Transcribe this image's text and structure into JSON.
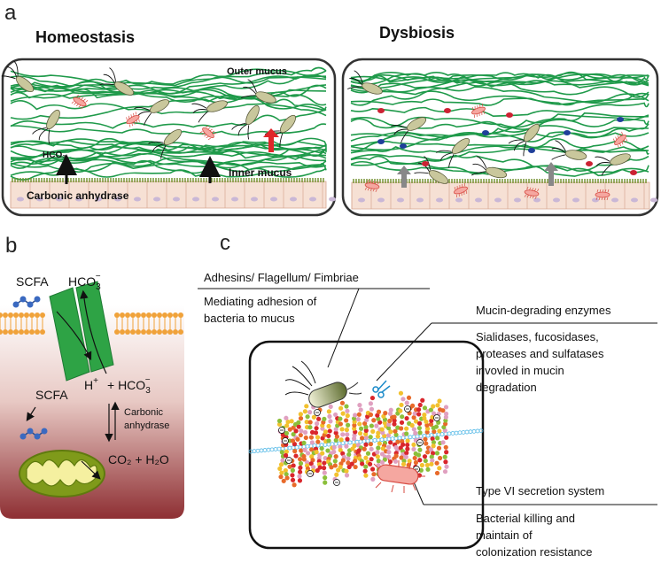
{
  "panel_a": {
    "letter": "a",
    "left_title": "Homeostasis",
    "right_title": "Dysbiosis",
    "outer_mucus": "Outer mucus",
    "inner_mucus": "Inner mucus",
    "hco3": "HCO₃",
    "carbonic_anhydrase": "Carbonic anhydrase"
  },
  "panel_b": {
    "letter": "b",
    "scfa_top": "SCFA",
    "hco3_top": "HCO",
    "sub3": "3",
    "minus": "−",
    "scfa_bottom": "SCFA",
    "h_plus": "H",
    "plus_sign": "+",
    "hco3_right": "+ HCO",
    "enzyme_line1": "Carbonic",
    "enzyme_line2": "anhydrase",
    "co2": "CO₂ + H₂O"
  },
  "panel_c": {
    "letter": "c",
    "adhesins_title": "Adhesins/ Flagellum/ Fimbriae",
    "adhesins_desc_1": "Mediating adhesion of",
    "adhesins_desc_2": "bacteria to mucus",
    "mucin_title": "Mucin-degrading enzymes",
    "mucin_desc_1": "Sialidases, fucosidases,",
    "mucin_desc_2": "proteases and sulfatases",
    "mucin_desc_3": "invovled in mucin",
    "mucin_desc_4": "degradation",
    "t6ss_title": "Type VI secretion system",
    "t6ss_desc_1": "Bacterial killing and",
    "t6ss_desc_2": "maintain of",
    "t6ss_desc_3": "colonization resistance"
  }
}
